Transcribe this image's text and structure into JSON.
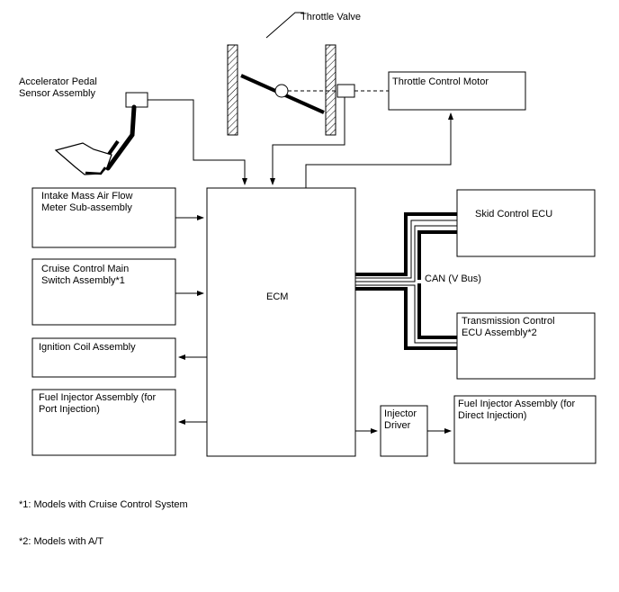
{
  "labels": {
    "throttle_valve": "Throttle Valve",
    "accel_pedal_1": "Accelerator Pedal",
    "accel_pedal_2": "Sensor Assembly",
    "throttle_motor": "Throttle Control Motor",
    "maf_1": "Intake Mass Air Flow",
    "maf_2": "Meter Sub-assembly",
    "cruise_1": "Cruise Control Main",
    "cruise_2": "Switch Assembly*1",
    "ignition": "Ignition Coil Assembly",
    "port_inj_1": "Fuel Injector Assembly (for",
    "port_inj_2": "Port Injection)",
    "ecm": "ECM",
    "skid": "Skid Control ECU",
    "can": "CAN (V Bus)",
    "trans_1": "Transmission Control",
    "trans_2": "ECU Assembly*2",
    "inj_driver_1": "Injector",
    "inj_driver_2": "Driver",
    "direct_inj_1": "Fuel Injector Assembly (for",
    "direct_inj_2": "Direct Injection)"
  },
  "footnotes": {
    "note1": "*1: Models with Cruise Control System",
    "note2": "*2: Models with A/T"
  }
}
